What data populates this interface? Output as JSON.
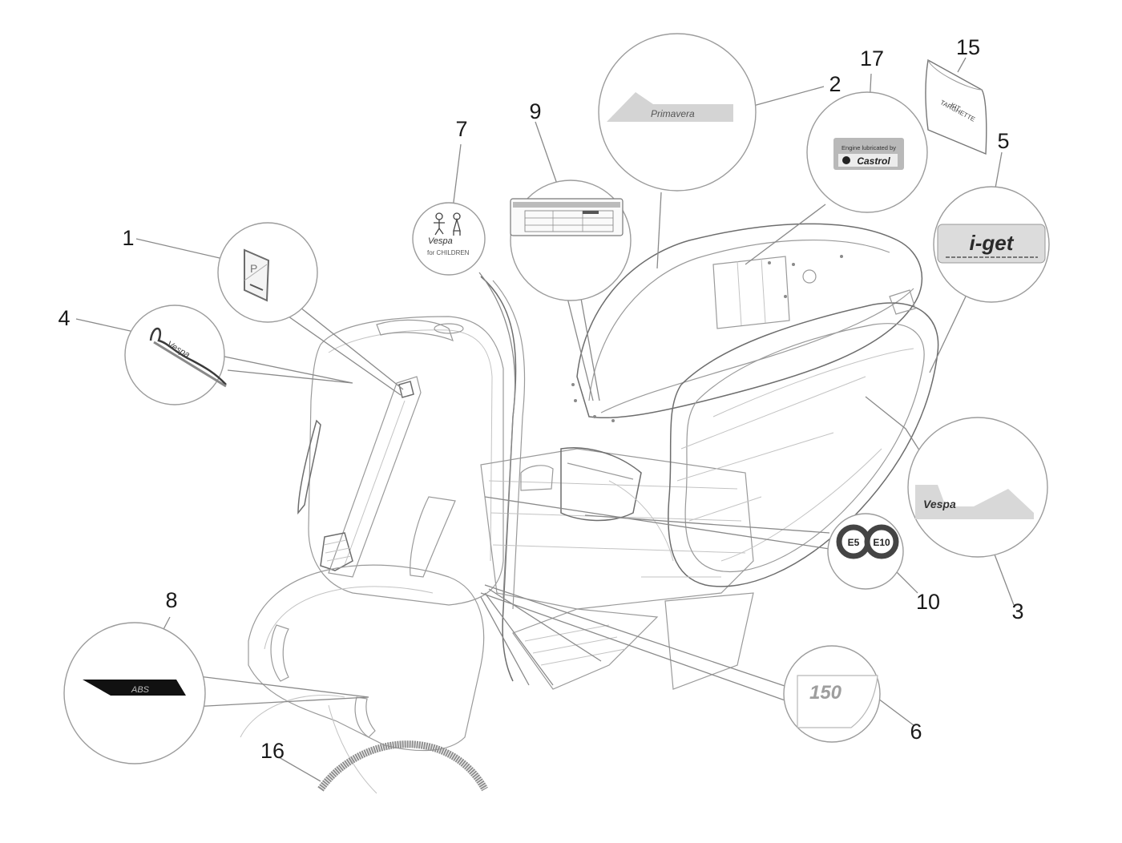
{
  "diagram": {
    "title": "Vespa decals / plates exploded view",
    "callouts": [
      {
        "number": "1",
        "part": "Piaggio logo plate"
      },
      {
        "number": "2",
        "part": "Primavera decal"
      },
      {
        "number": "3",
        "part": "Vespa side decal"
      },
      {
        "number": "4",
        "part": "Vespa front badge"
      },
      {
        "number": "5",
        "part": "i-get badge"
      },
      {
        "number": "6",
        "part": "150 decal"
      },
      {
        "number": "7",
        "part": "Vespa for children decal"
      },
      {
        "number": "8",
        "part": "ABS decal"
      },
      {
        "number": "9",
        "part": "Tyre pressure label"
      },
      {
        "number": "10",
        "part": "E5 E10 fuel label"
      },
      {
        "number": "15",
        "part": "Plates kit"
      },
      {
        "number": "16",
        "part": "Mudguard trim strip"
      },
      {
        "number": "17",
        "part": "Castrol engine label"
      }
    ],
    "labels": {
      "castrol_line1": "Engine lubricated by",
      "castrol_brand": "Castrol",
      "kit_line1": "KIT",
      "kit_line2": "TARGHETTE",
      "fuel_e5": "E5",
      "fuel_e10": "E10",
      "abs": "ABS",
      "displacement": "150",
      "primavera": "Primavera",
      "iget": "i-get",
      "vespa": "Vespa",
      "for_children": "for CHILDREN",
      "piaggio_p": "P"
    }
  }
}
